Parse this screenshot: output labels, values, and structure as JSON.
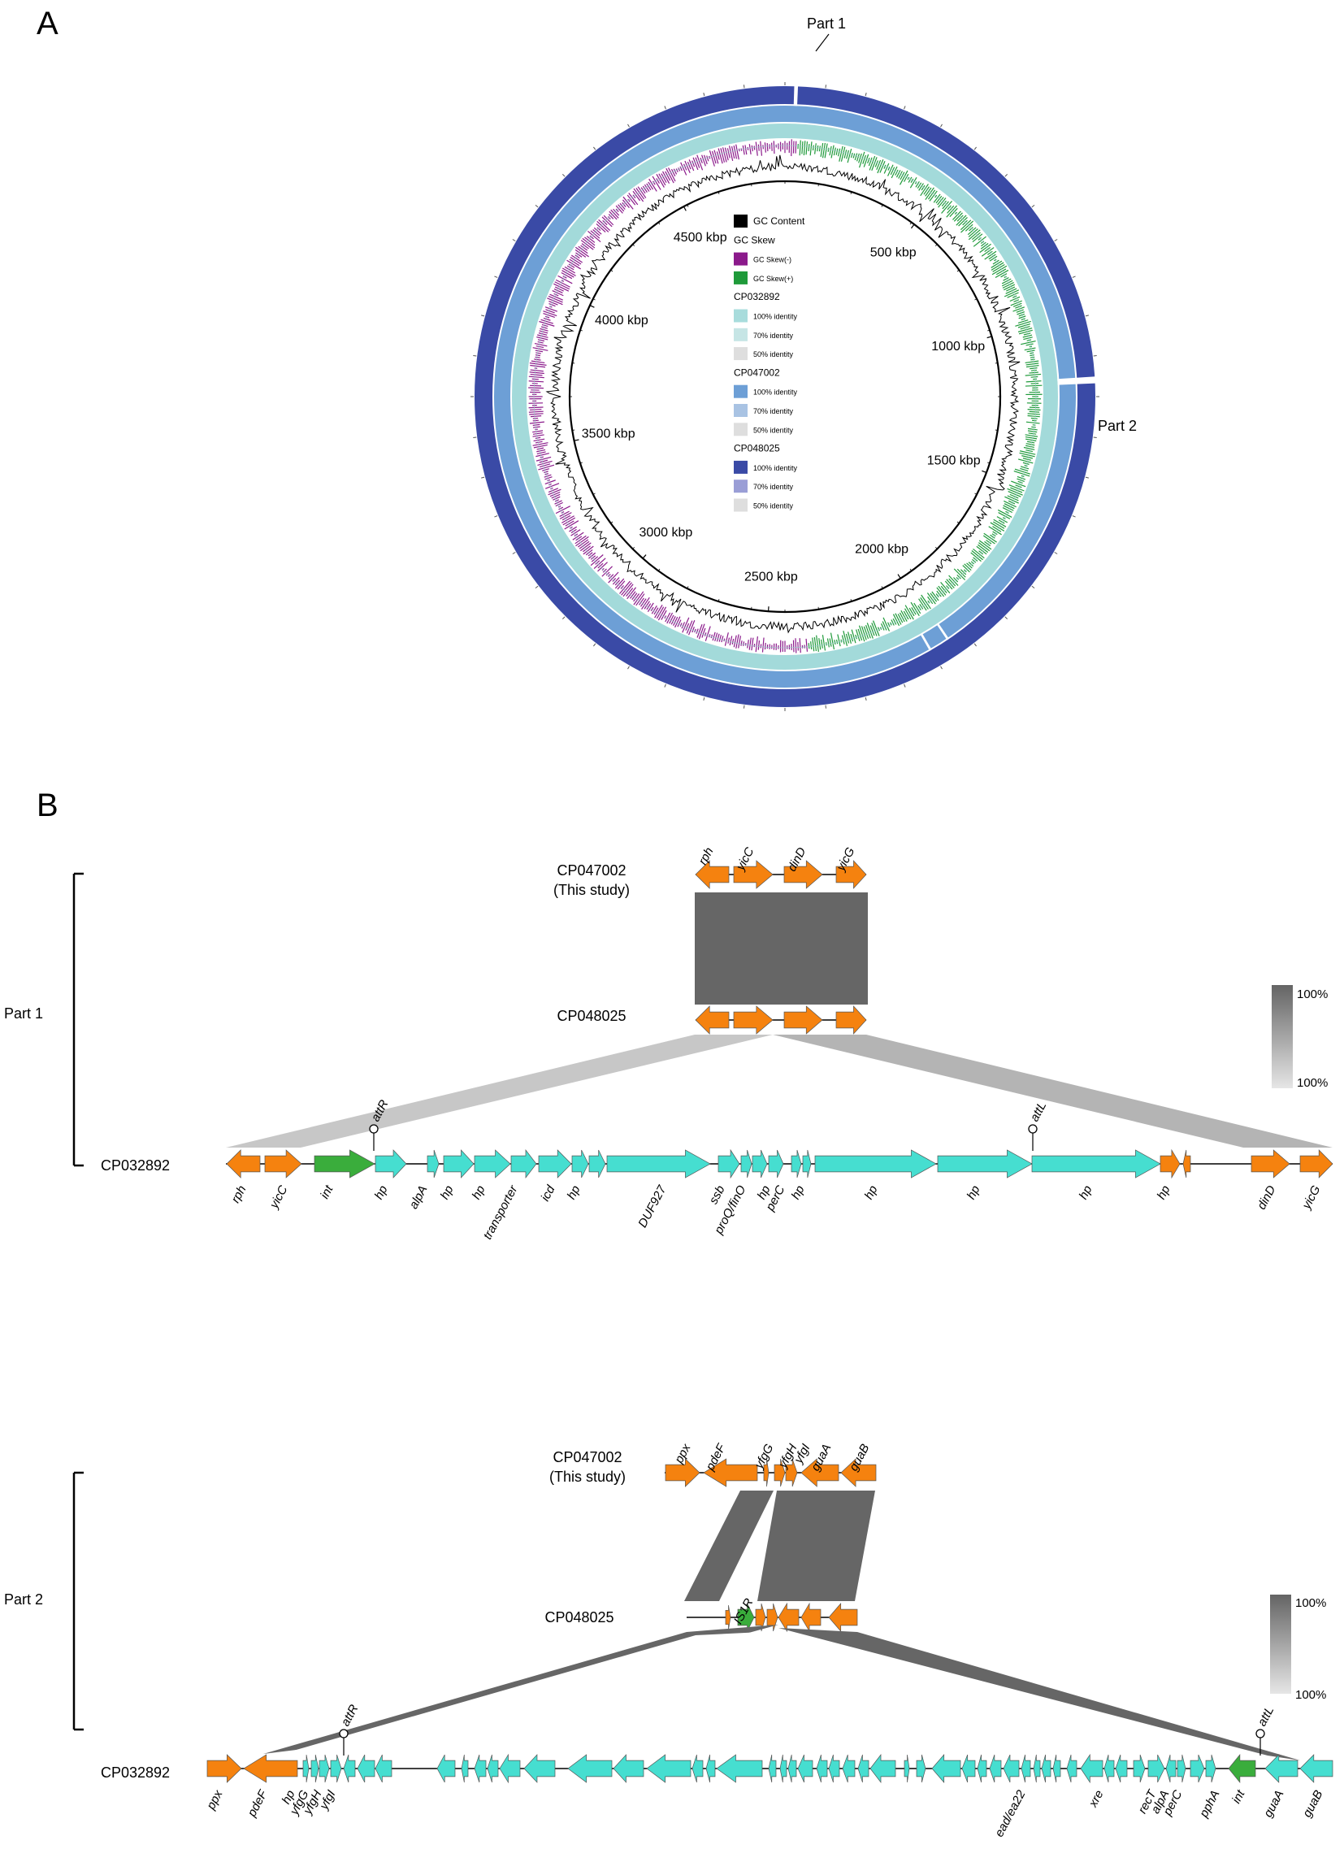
{
  "panels": {
    "a": "A",
    "b": "B"
  },
  "circle": {
    "part_labels": [
      "Part 1",
      "Part 2"
    ],
    "kbp_labels": [
      "500 kbp",
      "1000 kbp",
      "1500 kbp",
      "2000 kbp",
      "2500 kbp",
      "3000 kbp",
      "3500 kbp",
      "4000 kbp",
      "4500 kbp"
    ],
    "ring_colors": {
      "CP048025": "#3a4aa6",
      "CP047002": "#6d9fd6",
      "CP032892": "#a3dada"
    },
    "legend": [
      {
        "type": "item",
        "text": "GC Content",
        "color": "#000000"
      },
      {
        "type": "head",
        "text": "GC Skew"
      },
      {
        "type": "item",
        "text": "GC Skew(-)",
        "color": "#8b1a8b",
        "small": true
      },
      {
        "type": "item",
        "text": "GC Skew(+)",
        "color": "#1f9a3a",
        "small": true
      },
      {
        "type": "head",
        "text": "CP032892"
      },
      {
        "type": "item",
        "text": "100% identity",
        "color": "#a8dcdc",
        "small": true
      },
      {
        "type": "item",
        "text": "70% identity",
        "color": "#c6e5e5",
        "small": true
      },
      {
        "type": "item",
        "text": "50% identity",
        "color": "#dedede",
        "small": true
      },
      {
        "type": "head",
        "text": "CP047002"
      },
      {
        "type": "item",
        "text": "100% identity",
        "color": "#6d9fd6",
        "small": true
      },
      {
        "type": "item",
        "text": "70% identity",
        "color": "#a9c3e3",
        "small": true
      },
      {
        "type": "item",
        "text": "50% identity",
        "color": "#dedede",
        "small": true
      },
      {
        "type": "head",
        "text": "CP048025"
      },
      {
        "type": "item",
        "text": "100% identity",
        "color": "#3a4aa6",
        "small": true
      },
      {
        "type": "item",
        "text": "70% identity",
        "color": "#9a9ed6",
        "small": true
      },
      {
        "type": "item",
        "text": "50% identity",
        "color": "#dedede",
        "small": true
      }
    ]
  },
  "part1": {
    "side_label": "Part 1",
    "strain_top": "CP047002",
    "strain_top_note": "(This study)",
    "strain_mid": "CP048025",
    "strain_bot": "CP032892",
    "top_genes": [
      "rph",
      "yicC",
      "dinD",
      "yicG"
    ],
    "att": [
      "attR",
      "attL"
    ],
    "bottom_genes": [
      "rph",
      "yicC",
      "int",
      "hp",
      "alpA",
      "hp",
      "hp",
      "transporter",
      "icd",
      "hp",
      "DUF927",
      "ssb",
      "proQ/finO",
      "hp",
      "perC",
      "hp",
      "hp",
      "hp",
      "hp",
      "hp",
      "dinD",
      "yicG"
    ],
    "scale": [
      "100%",
      "100%"
    ]
  },
  "part2": {
    "side_label": "Part 2",
    "strain_top": "CP047002",
    "strain_top_note": "(This study)",
    "strain_mid": "CP048025",
    "strain_bot": "CP032892",
    "top_genes": [
      "ppx",
      "pdeF",
      "yfgG",
      "yfgH",
      "yfgI",
      "guaA",
      "guaB"
    ],
    "mid_genes": [
      "IS1R"
    ],
    "att": [
      "attR",
      "attL"
    ],
    "bottom_genes": [
      "ppx",
      "pdeF",
      "hp",
      "yfgG",
      "yfgH",
      "yfgI",
      "ead/ea22",
      "xre",
      "recT",
      "alpA",
      "perC",
      "pphA",
      "int",
      "guaA",
      "guaB"
    ],
    "scale": [
      "100%",
      "100%"
    ]
  },
  "colors": {
    "flank": "#f5820f",
    "cargo": "#46ded0",
    "integrase": "#3aad3c",
    "link_dark": "#666666",
    "link_light": "#bdbdbd"
  }
}
